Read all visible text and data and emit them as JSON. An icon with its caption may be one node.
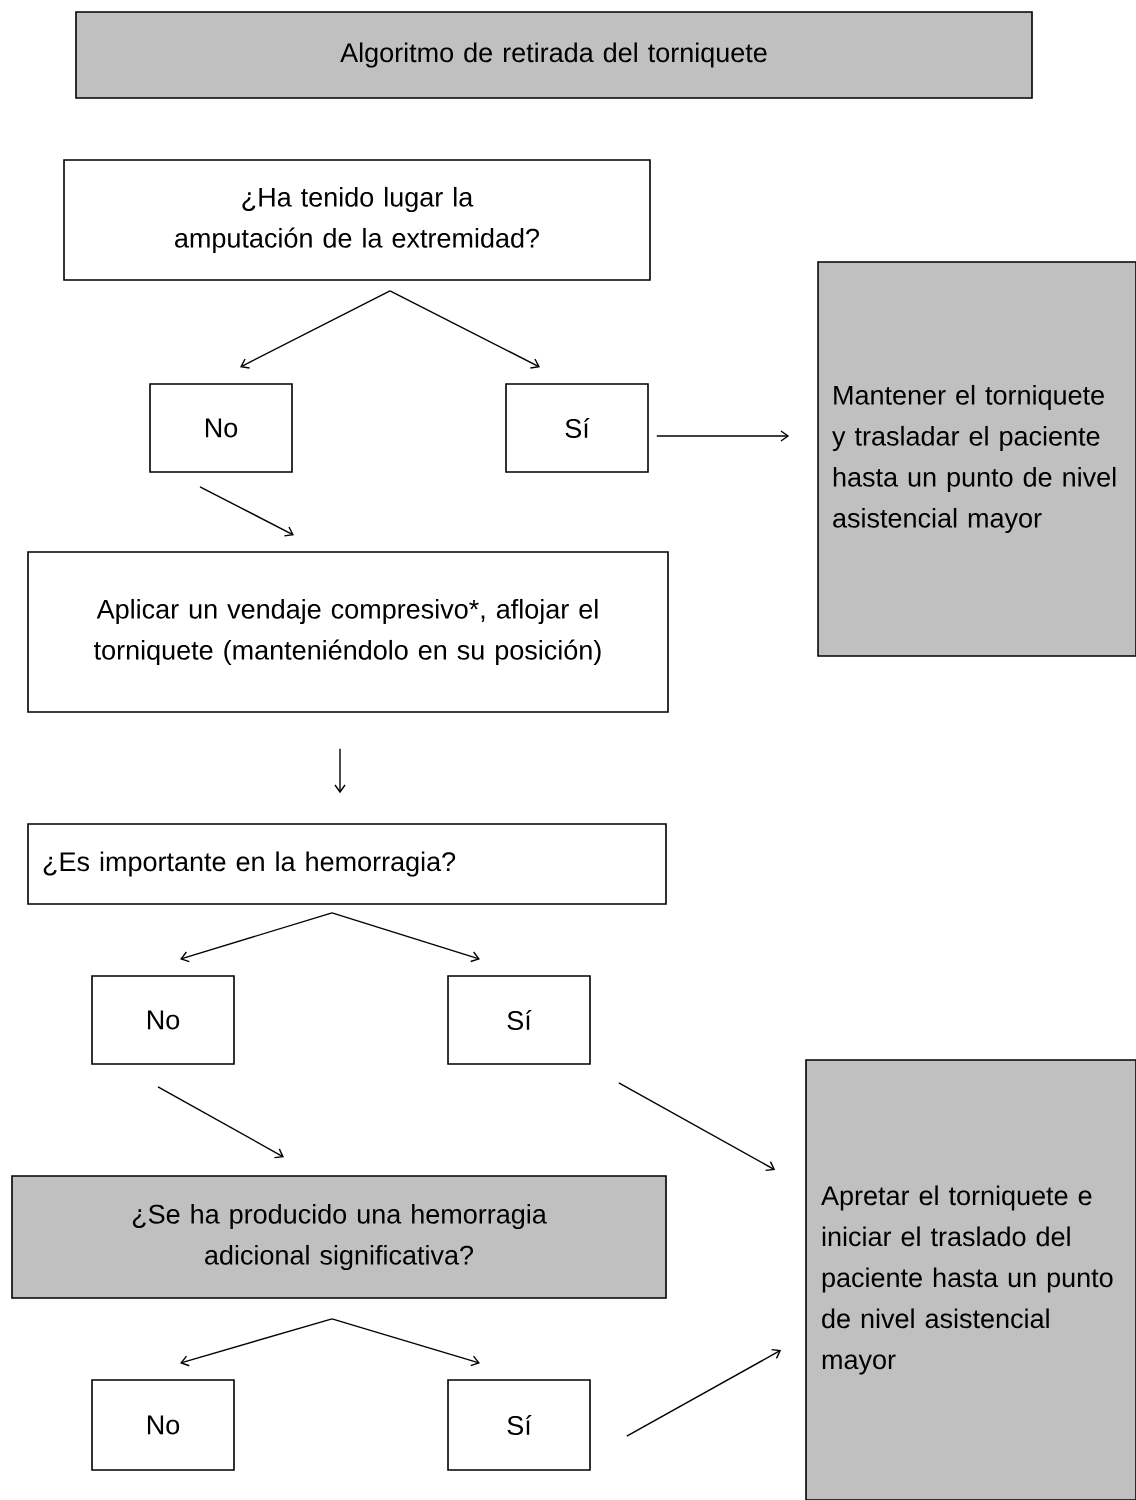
{
  "diagram": {
    "nodes": [
      {
        "text": [
          "Algoritmo de retirada del torniquete"
        ]
      },
      {
        "text": [
          "¿Ha tenido lugar la amputación de la extremidad?"
        ]
      },
      {
        "text": [
          "No"
        ]
      },
      {
        "text": [
          "Sí"
        ]
      },
      {
        "text": [
          "Mantener el torniquete y trasladar el paciente hasta un punto de nivel asistencial mayor"
        ]
      },
      {
        "text": [
          "Aplicar un vendaje compresivo*, aflojar el torniquete (manteniéndolo en su posición)"
        ]
      },
      {
        "text": [
          "¿Es importante en la hemorragia?"
        ]
      },
      {
        "text": [
          "No"
        ]
      },
      {
        "text": [
          "Sí"
        ]
      },
      {
        "text": [
          "¿Se ha producido una hemorragia adicional significativa?"
        ]
      },
      {
        "text": [
          "Apretar el torniquete e iniciar el traslado del paciente hasta un punto de nivel asistencial mayor"
        ]
      },
      {
        "text": [
          "No"
        ]
      },
      {
        "text": [
          "Sí"
        ]
      }
    ],
    "edges": [
      {
        "from": 1,
        "to": 2,
        "arrow": "to"
      },
      {
        "from": 1,
        "to": 3,
        "arrow": "to"
      },
      {
        "from": 3,
        "to": 4,
        "arrow": "to"
      },
      {
        "from": 2,
        "to": 5,
        "arrow": "to"
      },
      {
        "from": 5,
        "to": 6,
        "arrow": "to"
      },
      {
        "from": 6,
        "to": 7,
        "arrow": "to"
      },
      {
        "from": 6,
        "to": 8,
        "arrow": "to"
      },
      {
        "from": 8,
        "to": 10,
        "arrow": "to"
      },
      {
        "from": 7,
        "to": 9,
        "arrow": "to"
      },
      {
        "from": 9,
        "to": 11,
        "arrow": "to"
      },
      {
        "from": 9,
        "to": 12,
        "arrow": "to"
      },
      {
        "from": 12,
        "to": 10,
        "arrow": "to"
      }
    ]
  }
}
